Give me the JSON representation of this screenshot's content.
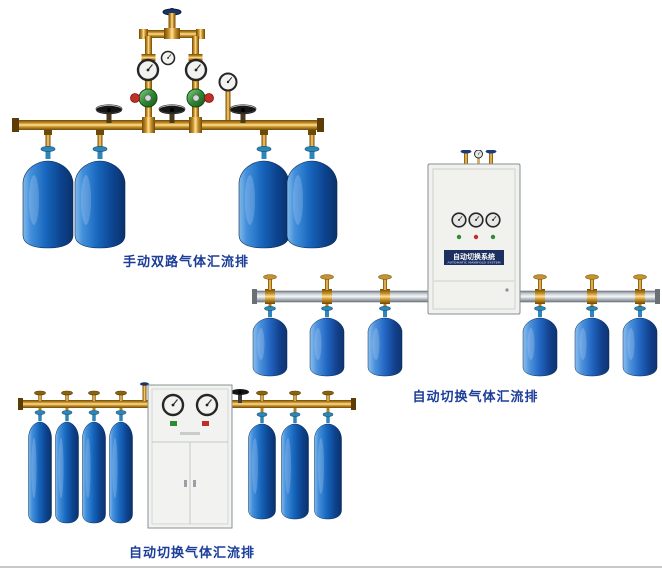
{
  "page": {
    "background": "#ffffff",
    "caption_color": "#1c3d99"
  },
  "products": [
    {
      "name": "manual-dual-gas-manifold",
      "caption": "手动双路气体汇流排",
      "cylinder_count": 4,
      "cylinder_color": "#1565c0",
      "pipe_color": "#cf9429",
      "regulator_color": "#2f8b32",
      "valve_handle_color": "#161616"
    },
    {
      "name": "auto-switching-gas-manifold-wall",
      "caption": "自动切换气体汇流排",
      "cabinet_title": "自动切换系统",
      "cabinet_subtitle": "AUTOMATIC MANIFOLD SYSTEM",
      "cylinder_count": 6,
      "cylinder_color": "#2166c2",
      "pipe_color": "#c9ced4",
      "cabinet_color": "#f1f2ee"
    },
    {
      "name": "auto-switching-gas-manifold-cabinet",
      "caption": "自动切换气体汇流排",
      "cylinder_count": 7,
      "cylinder_color": "#1565c0",
      "pipe_color": "#cf9429",
      "cabinet_color": "#f2f3f0"
    }
  ]
}
